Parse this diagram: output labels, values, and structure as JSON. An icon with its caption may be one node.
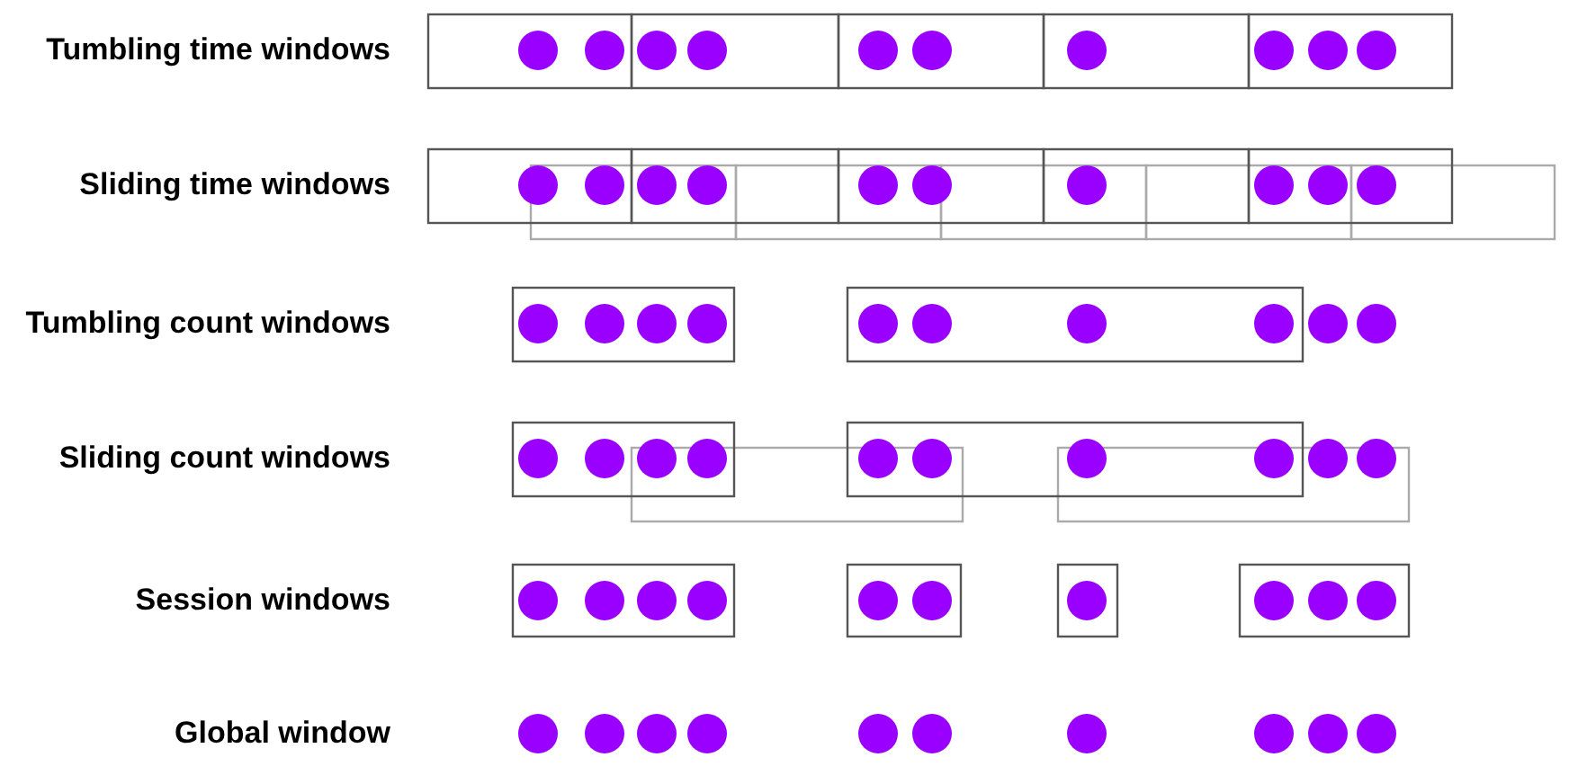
{
  "diagram": {
    "labels": [
      "Tumbling time windows",
      "Sliding time windows",
      "Tumbling count windows",
      "Sliding count windows",
      "Session windows",
      "Global window"
    ]
  }
}
